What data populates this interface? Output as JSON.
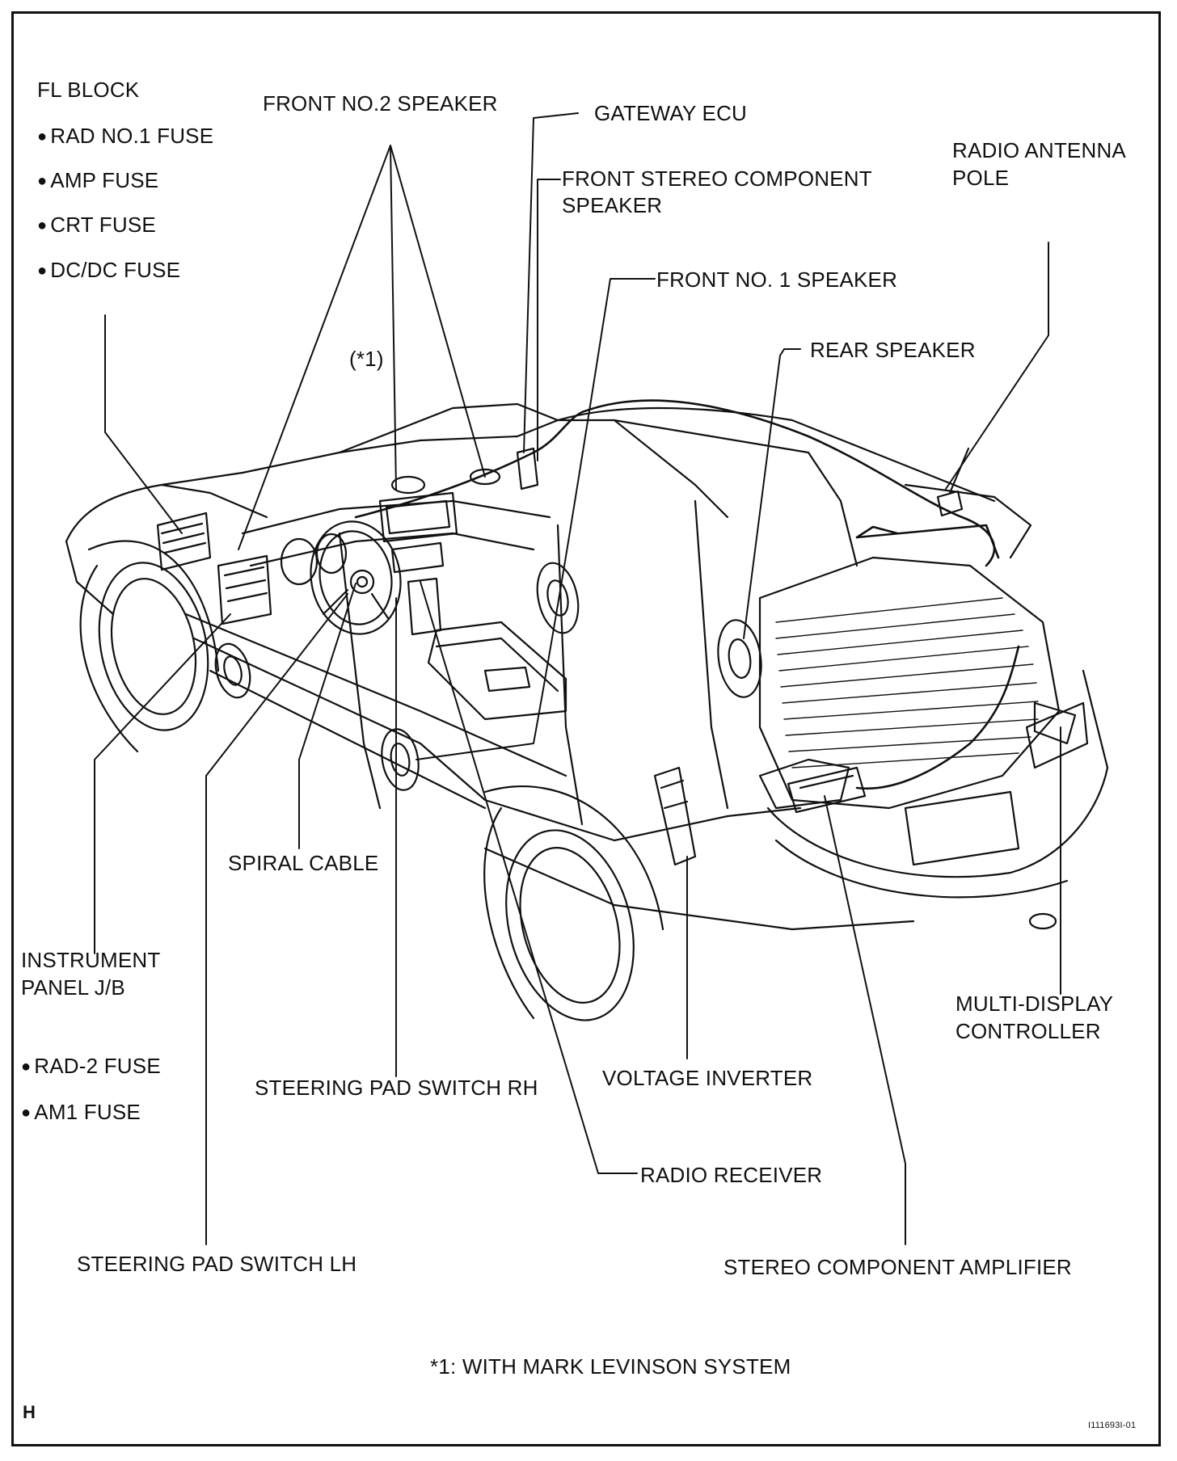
{
  "labels": {
    "fl_block": "FL BLOCK",
    "fl_fuses": [
      "RAD NO.1 FUSE",
      "AMP FUSE",
      "CRT FUSE",
      "DC/DC FUSE"
    ],
    "front_no2_speaker": "FRONT NO.2 SPEAKER",
    "gateway_ecu": "GATEWAY ECU",
    "front_stereo_component_speaker": [
      "FRONT STEREO COMPONENT",
      "SPEAKER"
    ],
    "radio_antenna_pole": [
      "RADIO ANTENNA",
      "POLE"
    ],
    "front_no1_speaker": "FRONT NO. 1 SPEAKER",
    "rear_speaker": "REAR SPEAKER",
    "mark_levinson_ref": "(*1)",
    "spiral_cable": "SPIRAL CABLE",
    "instrument_panel_jb": [
      "INSTRUMENT",
      "PANEL J/B"
    ],
    "ip_fuses": [
      "RAD-2 FUSE",
      "AM1 FUSE"
    ],
    "steering_pad_switch_rh": "STEERING PAD SWITCH RH",
    "voltage_inverter": "VOLTAGE INVERTER",
    "multi_display_controller": [
      "MULTI-DISPLAY",
      "CONTROLLER"
    ],
    "radio_receiver": "RADIO RECEIVER",
    "steering_pad_switch_lh": "STEERING PAD SWITCH LH",
    "stereo_component_amplifier": "STEREO COMPONENT AMPLIFIER"
  },
  "footnote": "*1: WITH MARK LEVINSON SYSTEM",
  "corner_letter": "H",
  "figure_id": "I111693I-01",
  "colors": {
    "ink": "#111111",
    "background": "#ffffff"
  }
}
